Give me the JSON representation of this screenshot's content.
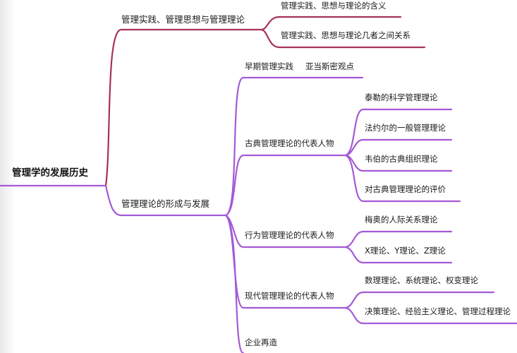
{
  "root": {
    "label": "管理学的发展历史"
  },
  "colors": {
    "branch1": "#a63355",
    "branch2": "#a45ad6",
    "root_line": "#a45ad6"
  },
  "branch1": {
    "label": "管理实践、管理思想与管理理论",
    "children": [
      {
        "label": "管理实践、思想与理论的含义"
      },
      {
        "label": "管理实践、思想与理论几者之间关系"
      }
    ]
  },
  "branch2": {
    "label": "管理理论的形成与发展",
    "children": [
      {
        "label": "早期管理实践",
        "extra": "亚当斯密观点"
      },
      {
        "label": "古典管理理论的代表人物",
        "children": [
          {
            "label": "泰勒的科学管理理论"
          },
          {
            "label": "法约尔的一般管理理论"
          },
          {
            "label": "韦伯的古典组织理论"
          },
          {
            "label": "对古典管理理论的评价"
          }
        ]
      },
      {
        "label": "行为管理理论的代表人物",
        "children": [
          {
            "label": "梅奥的人际关系理论"
          },
          {
            "label": "X理论、Y理论、Z理论"
          }
        ]
      },
      {
        "label": "现代管理理论的代表人物",
        "children": [
          {
            "label": "数理理论、系统理论、权变理论"
          },
          {
            "label": "决策理论、经验主义理论、管理过程理论"
          }
        ]
      },
      {
        "label": "企业再造"
      }
    ]
  }
}
